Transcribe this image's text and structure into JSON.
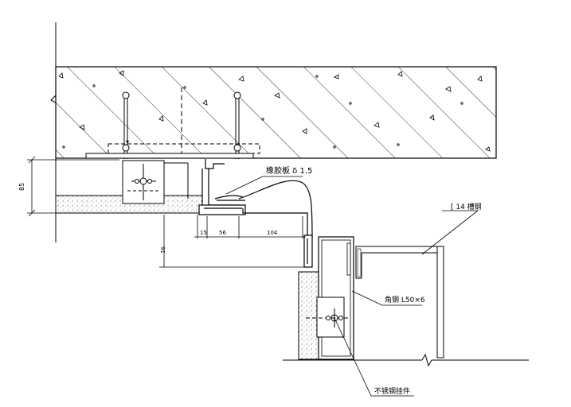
{
  "labels": {
    "rubber_plate": "橡胶板 δ 1.5",
    "channel_steel": "[ 14 槽钢",
    "angle_steel": "角钢 L50×6",
    "stainless_bolt": "不锈钢挂件"
  },
  "dimensions": {
    "height_85": "85",
    "dim_15": "15",
    "dim_56": "56",
    "dim_104": "104",
    "dim_91": "91"
  }
}
